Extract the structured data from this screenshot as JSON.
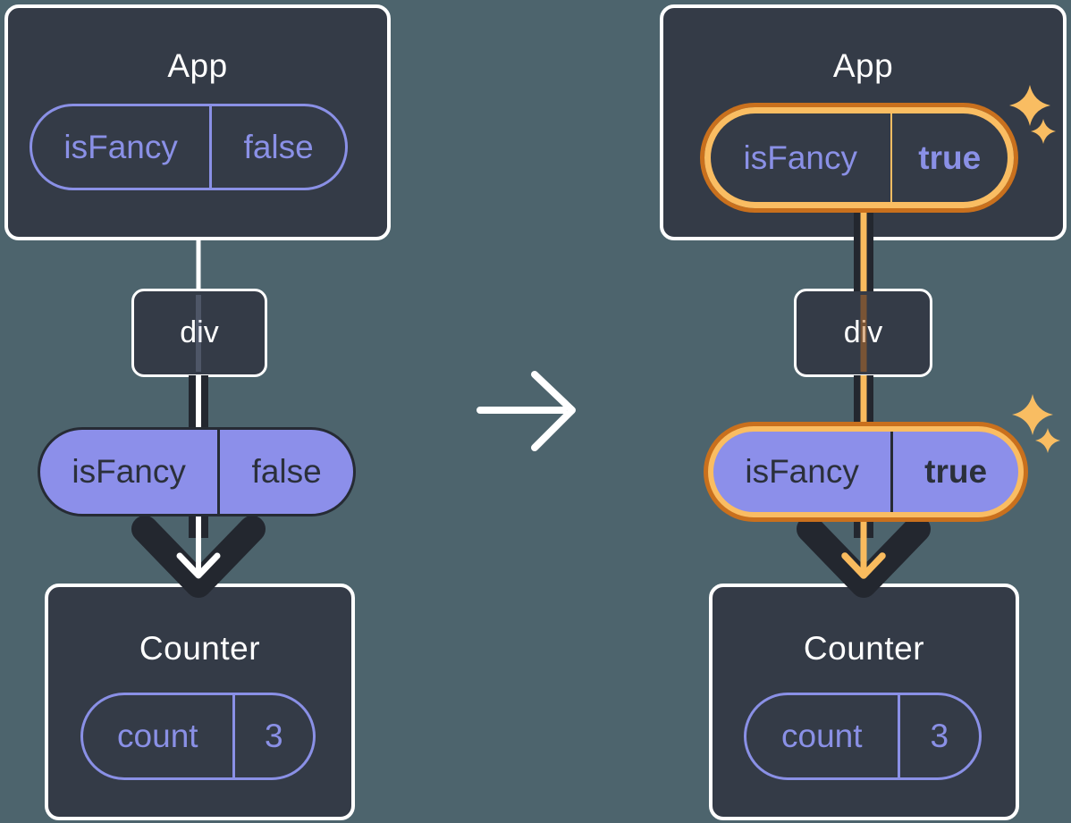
{
  "colors": {
    "background": "#4d646d",
    "card_fill": "#343b47",
    "card_border": "#ffffff",
    "purple_outline": "#8a90e6",
    "purple_fill": "#8c8fea",
    "dark_line": "#23272f",
    "highlight_orange_dark": "#c9701d",
    "highlight_orange_light": "#fabd62",
    "sparkle": "#f9bd62",
    "arrow_white": "#ffffff"
  },
  "before": {
    "app": {
      "title": "App",
      "prop": {
        "name": "isFancy",
        "value": "false"
      }
    },
    "dom_node": {
      "label": "div"
    },
    "passed_prop": {
      "name": "isFancy",
      "value": "false"
    },
    "counter": {
      "title": "Counter",
      "state": {
        "name": "count",
        "value": "3"
      }
    }
  },
  "after": {
    "app": {
      "title": "App",
      "prop": {
        "name": "isFancy",
        "value": "true"
      }
    },
    "dom_node": {
      "label": "div"
    },
    "passed_prop": {
      "name": "isFancy",
      "value": "true"
    },
    "counter": {
      "title": "Counter",
      "state": {
        "name": "count",
        "value": "3"
      }
    }
  }
}
